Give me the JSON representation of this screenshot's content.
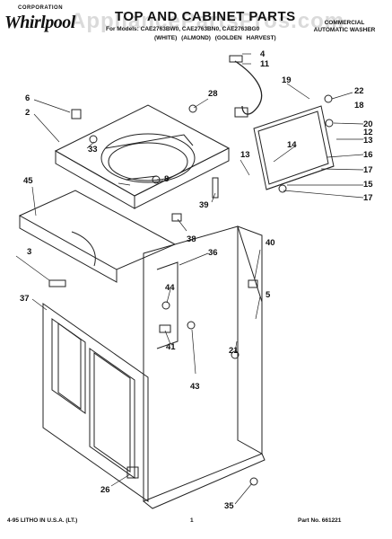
{
  "header": {
    "brand": "Whirlpool",
    "brand_sub": "CORPORATION",
    "watermark": "AppliancePartsPros.com",
    "title": "TOP AND CABINET PARTS",
    "models_line": "For Models: CAE2763BW0, CAE2763BN0, CAE2763BG0",
    "colors": [
      "(WHITE)",
      "(ALMOND)",
      "(GOLDEN HARVEST)"
    ],
    "product": [
      "COMMERCIAL",
      "AUTOMATIC WASHER"
    ]
  },
  "callouts": [
    "4",
    "11",
    "19",
    "28",
    "6",
    "2",
    "22",
    "18",
    "20",
    "12",
    "13",
    "33",
    "14",
    "16",
    "8",
    "13",
    "17",
    "45",
    "15",
    "17",
    "39",
    "38",
    "40",
    "3",
    "36",
    "44",
    "5",
    "37",
    "41",
    "21",
    "43",
    "26",
    "35"
  ],
  "footer": {
    "left": "4-95 LITHO IN U.S.A. (LT.)",
    "page": "1",
    "part_no": "Part No. 661221"
  }
}
